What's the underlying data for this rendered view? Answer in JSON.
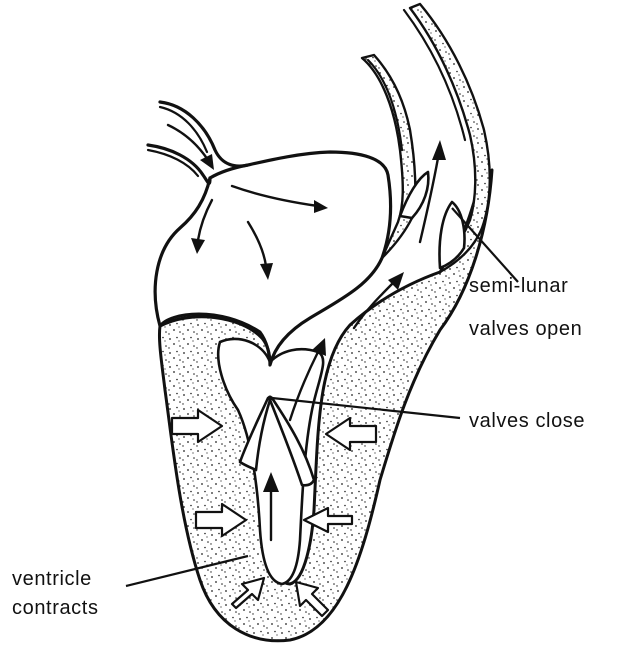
{
  "labels": {
    "semilunar_line1": "semi-lunar",
    "semilunar_line2": "valves open",
    "valves_close": "valves close",
    "ventricle_line1": "ventricle",
    "ventricle_line2": "contracts"
  },
  "icons": {
    "flow": "black-flow-arrow",
    "contraction": "hollow-block-arrow"
  },
  "colors": {
    "ink": "#111111",
    "paper": "#ffffff"
  }
}
